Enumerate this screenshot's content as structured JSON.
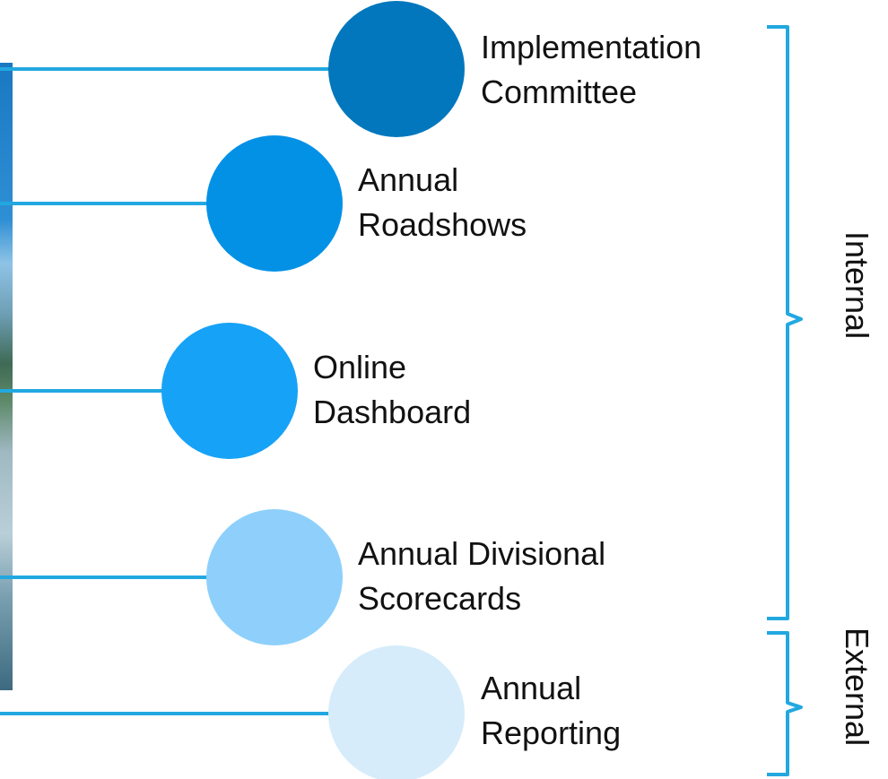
{
  "nodes": [
    {
      "line1": "Implementation",
      "line2": "Committee",
      "color": "#0277bd"
    },
    {
      "line1": "Annual",
      "line2": "Roadshows",
      "color": "#0391e6"
    },
    {
      "line1": "Online",
      "line2": "Dashboard",
      "color": "#16a2f7"
    },
    {
      "line1": "Annual Divisional",
      "line2": "Scorecards",
      "color": "#8ed0fb"
    },
    {
      "line1": "Annual",
      "line2": "Reporting",
      "color": "#d6ecfa"
    }
  ],
  "groups": {
    "internal": {
      "label": "Internal"
    },
    "external": {
      "label": "External"
    }
  },
  "colors": {
    "connector": "#22a8e0",
    "bracket": "#22a8e0"
  }
}
